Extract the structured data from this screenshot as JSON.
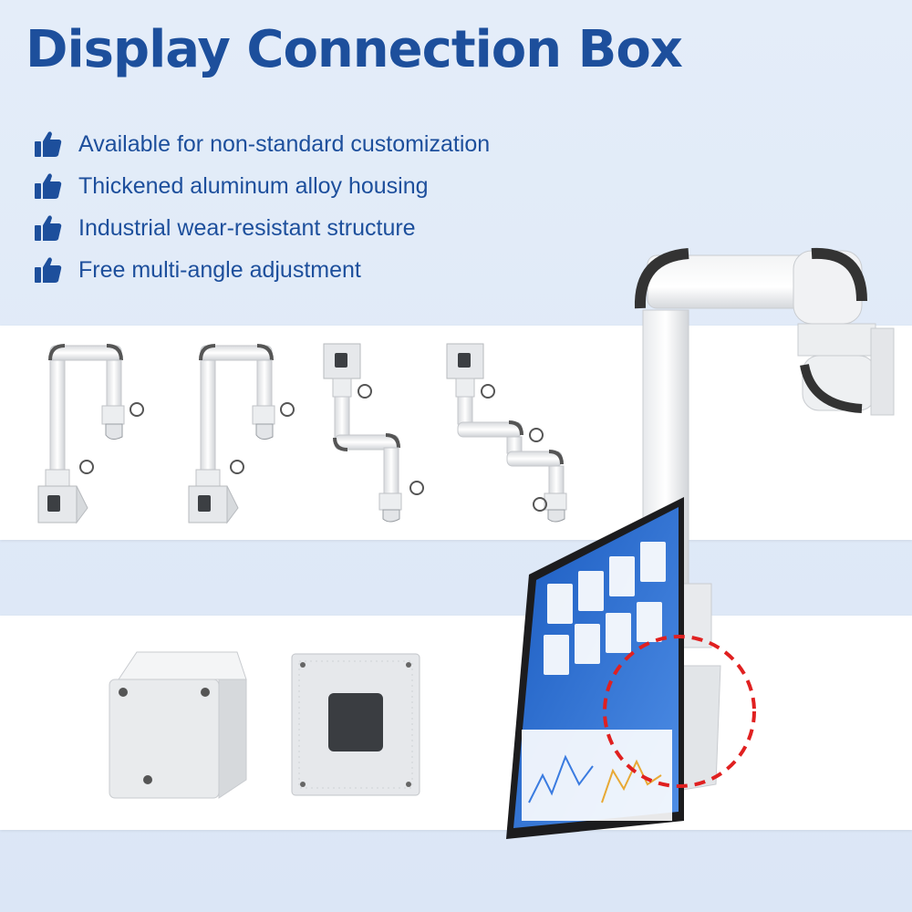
{
  "header": {
    "title": "Display Connection Box"
  },
  "features": [
    {
      "icon": "thumbs-up-icon",
      "text": "Available for non-standard customization"
    },
    {
      "icon": "thumbs-up-icon",
      "text": "Thickened aluminum alloy housing"
    },
    {
      "icon": "thumbs-up-icon",
      "text": "Industrial wear-resistant structure"
    },
    {
      "icon": "thumbs-up-icon",
      "text": "Free multi-angle adjustment"
    }
  ],
  "colors": {
    "brand_blue": "#1d4f9c",
    "background": "#dfe9f8",
    "highlight_dashed_circle": "#e02020"
  }
}
